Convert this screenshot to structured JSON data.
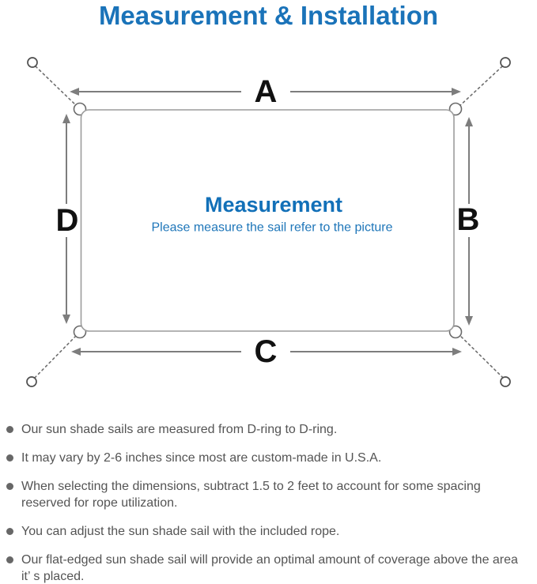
{
  "title": "Measurement & Installation",
  "diagram": {
    "dimension_labels": {
      "top": "A",
      "right": "B",
      "bottom": "C",
      "left": "D"
    },
    "center_title": "Measurement",
    "center_subtitle": "Please measure the sail refer to the picture"
  },
  "colors": {
    "accent_blue": "#1a73b9",
    "center_blue": "#1270b8",
    "diagram_line_gray": "#7d7d7d",
    "sail_outline_gray": "#9c9c9c",
    "label_black": "#111111",
    "note_text_gray": "#545454"
  },
  "notes": [
    "Our sun shade sails are measured from D-ring to D-ring.",
    "It may vary by 2-6 inches since most are custom-made in U.S.A.",
    "When selecting the dimensions, subtract 1.5 to 2 feet to account for some spacing reserved for rope utilization.",
    "You can adjust the sun shade sail with the included rope.",
    "Our flat-edged sun shade sail will provide an optimal amount of coverage above the area it’ s placed."
  ]
}
